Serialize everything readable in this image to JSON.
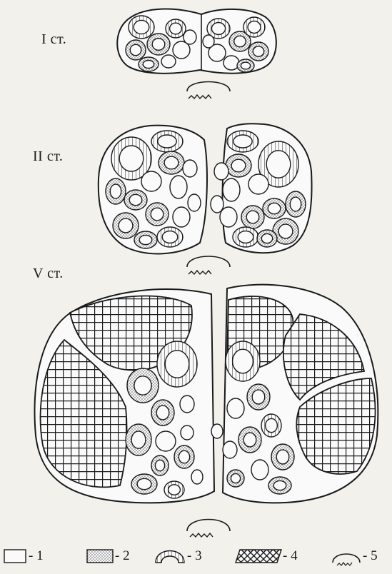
{
  "stages": [
    {
      "label": "I ст."
    },
    {
      "label": "II ст."
    },
    {
      "label": "V ст."
    }
  ],
  "legend": [
    {
      "key": "1",
      "label": "- 1"
    },
    {
      "key": "2",
      "label": "- 2"
    },
    {
      "key": "3",
      "label": "- 3"
    },
    {
      "key": "4",
      "label": "- 4"
    },
    {
      "key": "5",
      "label": "- 5"
    }
  ]
}
